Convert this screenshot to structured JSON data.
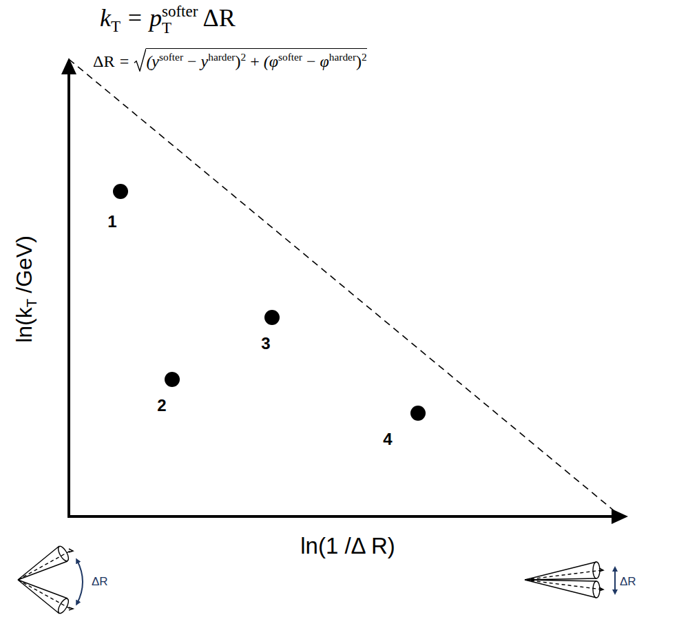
{
  "diagram": {
    "labels": [
      "k",
      "T",
      "=",
      "p",
      "softer",
      "T",
      "ΔR",
      "ΔR",
      "=",
      "(y",
      "softer",
      "−",
      "y",
      "harder",
      ")",
      "2",
      "+",
      "(φ",
      "softer",
      "−",
      "φ",
      "harder",
      ")",
      "2",
      "ln(k",
      "T",
      "/GeV)",
      "ln(1 /Δ R)",
      "1",
      "2",
      "3",
      "4",
      "ΔR",
      "ΔR"
    ]
  }
}
